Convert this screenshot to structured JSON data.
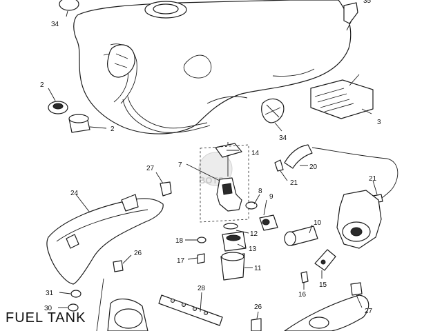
{
  "title": "FUEL TANK",
  "watermark": {
    "text": "BOTS",
    "color": "#b5b5b5"
  },
  "colors": {
    "line": "#1a1a1a",
    "background": "#ffffff",
    "dark_part": "#2a2a2a"
  },
  "callouts": {
    "c34a": "34",
    "c35": "35",
    "c2a": "2",
    "c2b": "2",
    "c3": "3",
    "c34b": "34",
    "c14": "14",
    "c7": "7",
    "c20": "20",
    "c21a": "21",
    "c21b": "21",
    "c27a": "27",
    "c24": "24",
    "c8": "8",
    "c9": "9",
    "c12": "12",
    "c10": "10",
    "c18": "18",
    "c13": "13",
    "c17": "17",
    "c26a": "26",
    "c11": "11",
    "c15": "15",
    "c16": "16",
    "c31": "31",
    "c30": "30",
    "c28": "28",
    "c26b": "26",
    "c27b": "27"
  }
}
